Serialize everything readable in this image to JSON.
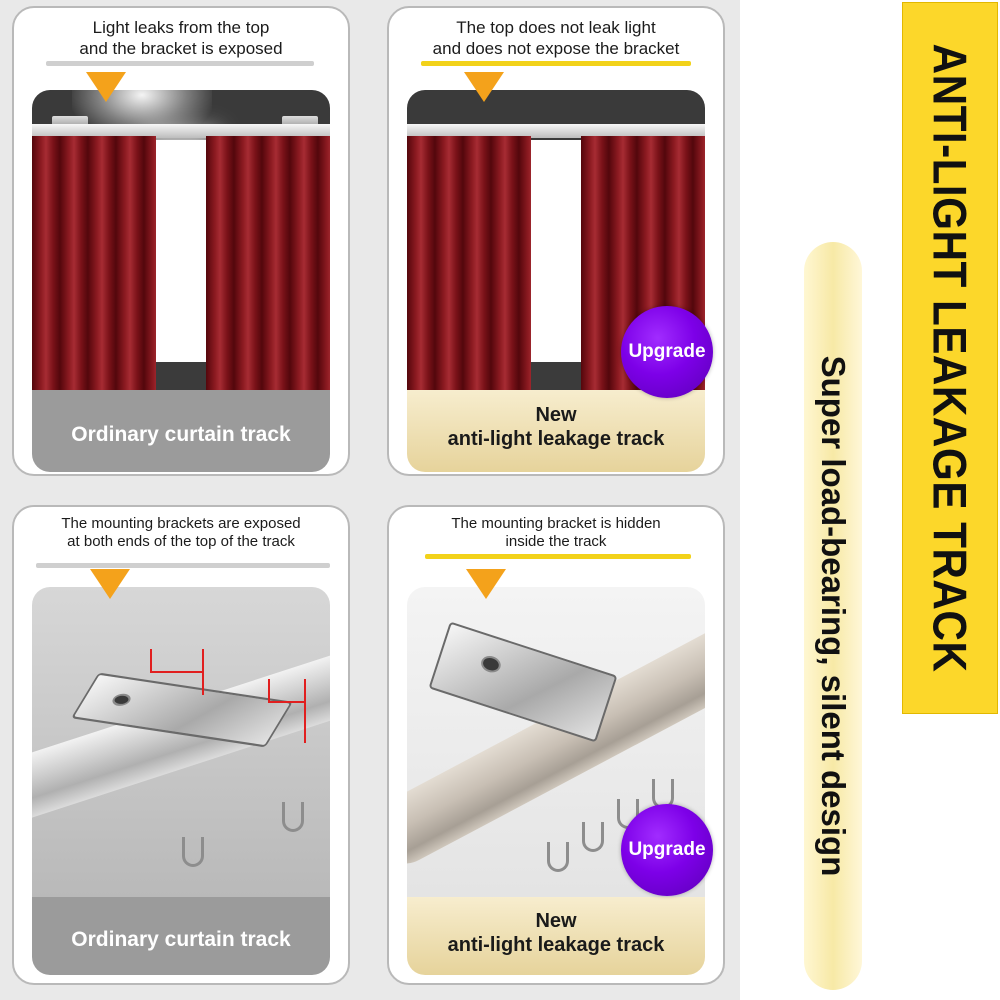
{
  "cards": [
    {
      "caption": [
        "Light leaks from the top",
        "and the bracket is exposed"
      ],
      "label": [
        "Ordinary curtain track"
      ]
    },
    {
      "caption": [
        "The top does not leak light",
        "and does not expose the bracket"
      ],
      "label": [
        "New",
        "anti-light leakage track"
      ],
      "badge": "Upgrade"
    },
    {
      "caption": [
        "The mounting brackets are exposed",
        "at both ends of the top of the track"
      ],
      "label": [
        "Ordinary curtain track"
      ]
    },
    {
      "caption": [
        "The mounting bracket is hidden",
        "inside the track"
      ],
      "label": [
        "New",
        "anti-light leakage track"
      ],
      "badge": "Upgrade"
    }
  ],
  "side": {
    "tagline": "Super load-bearing, silent design",
    "headline": "ANTI-LIGHT LEAKAGE TRACK"
  },
  "colors": {
    "arrow": "#f4a21b",
    "headline_bg": "#fcd72a",
    "badge": "#7d00e8",
    "curtain": "#8c1a21",
    "measure": "#e11f1f"
  },
  "icons": {
    "arrow": "down-triangle-icon",
    "badge": "upgrade-badge-icon"
  }
}
